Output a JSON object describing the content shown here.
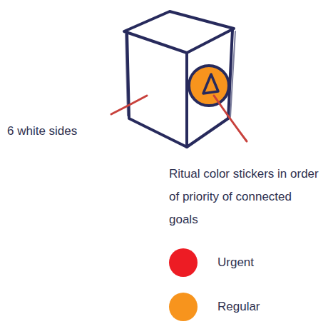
{
  "diagram": {
    "labels": [
      "6 white sides",
      "Ritual color stickers in order of priority of connected goals"
    ],
    "legend": [
      {
        "text": "Urgent",
        "color": "#ed1c24"
      },
      {
        "text": "Regular",
        "color": "#f7941d"
      }
    ]
  }
}
